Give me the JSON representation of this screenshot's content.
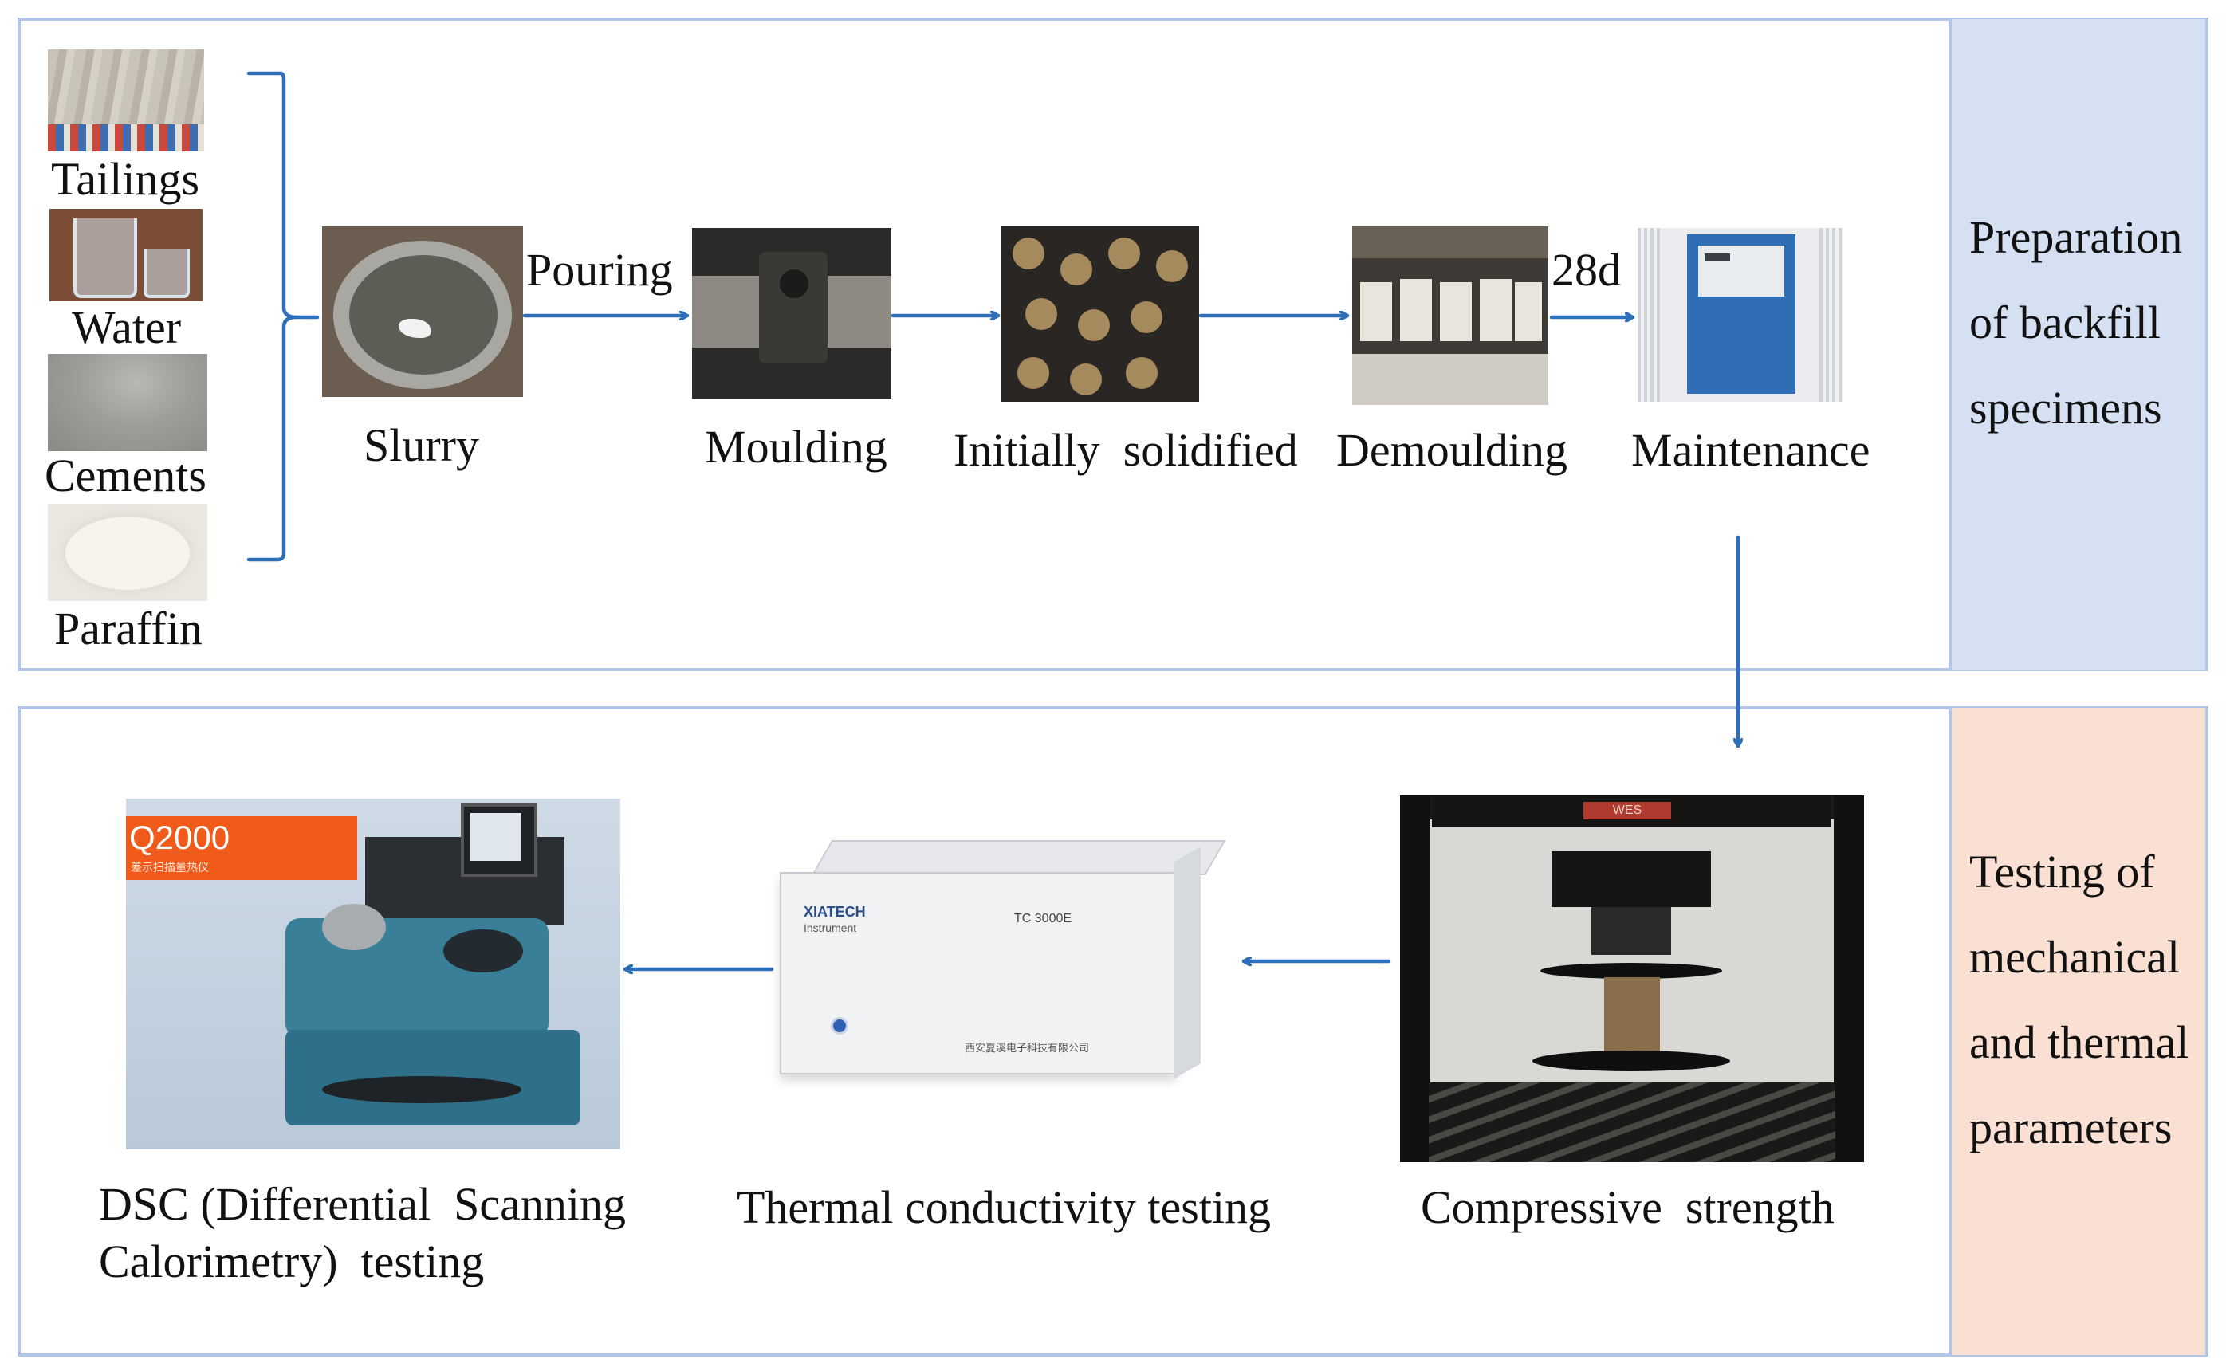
{
  "colors": {
    "panel_border": "#b3c6e7",
    "arrow": "#2e6fba",
    "top_side_fill": "#d5e1f3",
    "bottom_side_fill": "#fae0d3",
    "dsc_banner": "#f05a1a"
  },
  "top_panel": {
    "side_label": [
      "Preparation",
      "of backfill",
      "specimens"
    ],
    "materials": [
      "Tailings",
      "Water",
      "Cements",
      "Paraffin"
    ],
    "steps": {
      "slurry": "Slurry",
      "moulding": "Moulding",
      "initially_solidified": "Initially  solidified",
      "demoulding": "Demoulding",
      "maintenance": "Maintenance"
    },
    "arrow_labels": {
      "pouring": "Pouring",
      "curing_days": "28d"
    }
  },
  "bottom_panel": {
    "side_label": [
      "Testing of",
      "mechanical",
      "and thermal",
      "parameters"
    ],
    "tests": {
      "compressive": "Compressive  strength",
      "thermal": "Thermal conductivity testing",
      "dsc_line1": "DSC (Differential  Scanning",
      "dsc_line2": "Calorimetry)  testing"
    },
    "devices": {
      "dsc_model": "Q2000",
      "dsc_sub": "差示扫描量热仪",
      "tc_brand": "XIATECH",
      "tc_brand_sub": "Instrument",
      "tc_model": "TC 3000E",
      "tc_maker": "西安夏溪电子科技有限公司",
      "press_brand": "WES"
    }
  }
}
